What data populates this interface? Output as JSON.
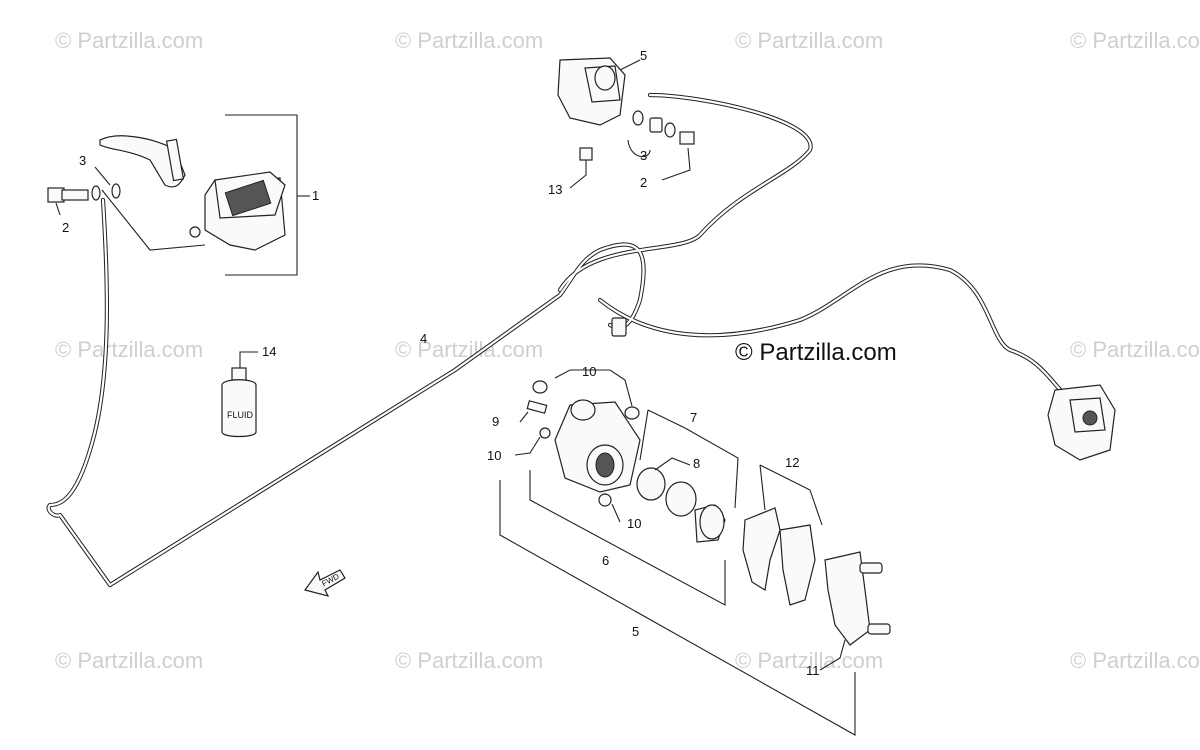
{
  "watermark": "© Partzilla.com",
  "brand_label": "© Partzilla.com",
  "fluid_label": "FLUID",
  "fwd_label": "FWD",
  "callouts": {
    "c1": "1",
    "c2a": "2",
    "c2b": "2",
    "c3a": "3",
    "c3b": "3",
    "c4": "4",
    "c5a": "5",
    "c5b": "5",
    "c6": "6",
    "c7": "7",
    "c8": "8",
    "c9": "9",
    "c10a": "10",
    "c10b": "10",
    "c10c": "10",
    "c11": "11",
    "c12": "12",
    "c13": "13",
    "c14": "14"
  }
}
